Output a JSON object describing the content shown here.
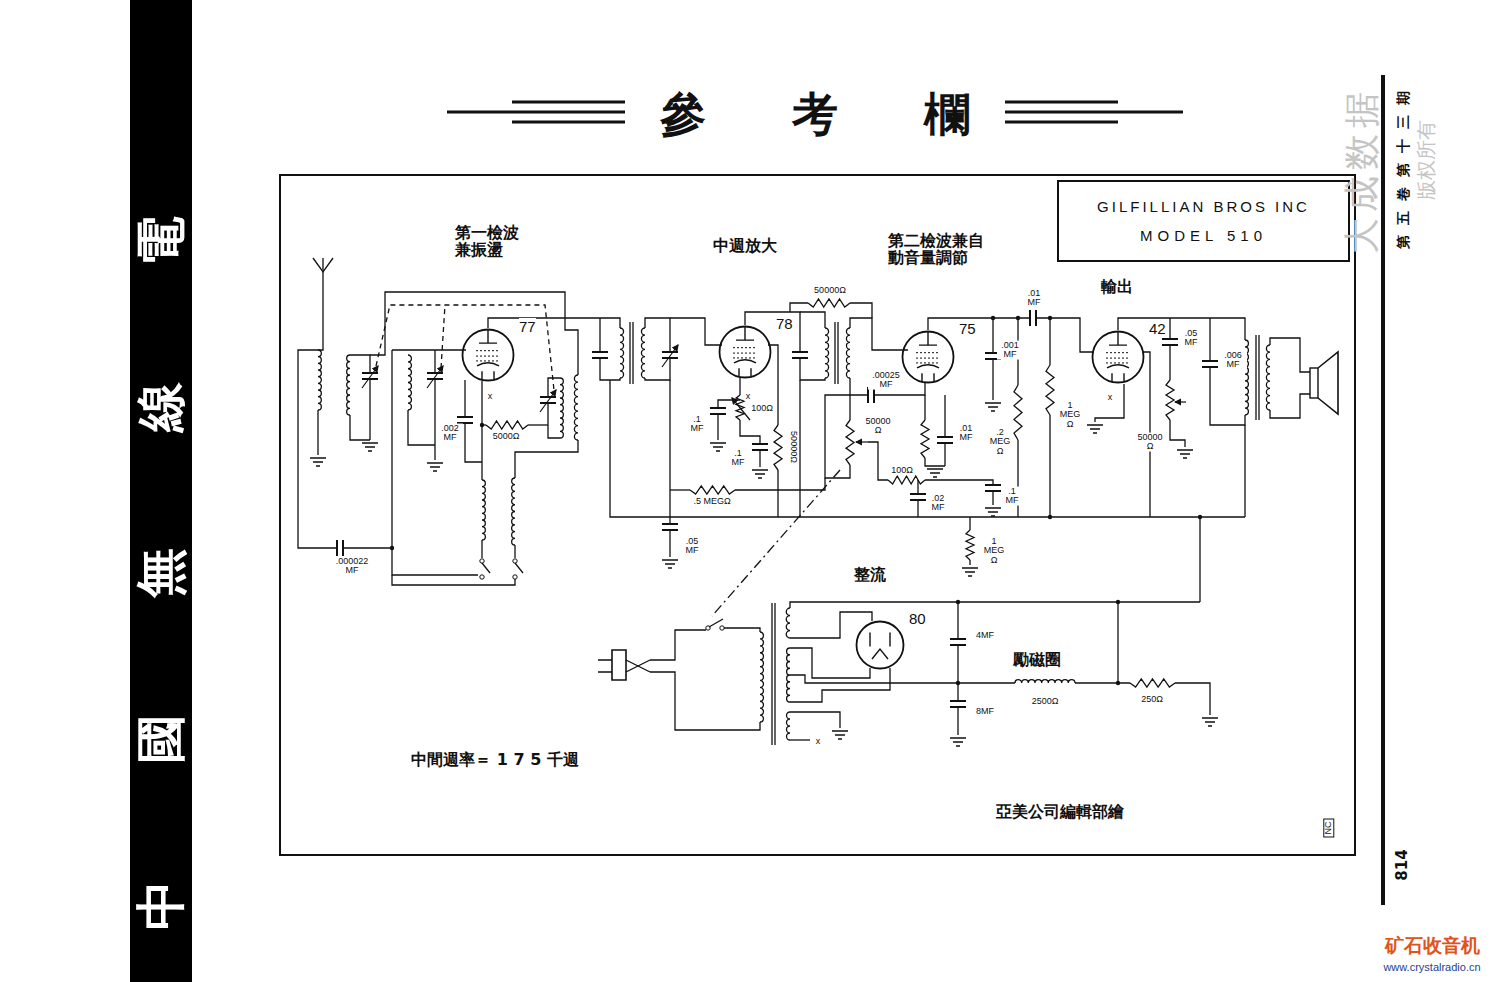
{
  "diagram": {
    "title": "參 考 欄",
    "nodes": [
      {
        "text": [
          "中國無線電"
        ]
      },
      {
        "text": [
          "GILFILLIAN BROS INC",
          "MODEL 510"
        ]
      },
      {
        "text": [
          "77"
        ]
      },
      {
        "text": [
          "78"
        ]
      },
      {
        "text": [
          "75"
        ]
      },
      {
        "text": [
          "42"
        ]
      },
      {
        "text": [
          "80"
        ]
      }
    ],
    "labels": [
      "第一檢波 兼振盪",
      "中週放大",
      "第二檢波兼自 動音量調節",
      "輸出",
      "整流",
      "勵磁圈",
      "中間週率＝ 1 7 5 千週",
      "亞美公司編輯部繪",
      "NC",
      "第五卷第十三期",
      "814",
      "大成数据",
      "版权所有",
      "矿石收音机",
      "www.crystalradio.cn",
      ".000022 MF",
      ".002 MF",
      "5000Ω",
      "x",
      ".1 MF",
      "100Ω",
      ".1 MF",
      "50000Ω",
      "x",
      ".5 MEGΩ",
      ".05 MF",
      "50000Ω",
      ".00025 MF",
      "50000 Ω",
      "100Ω",
      ".02 MF",
      ".01 MF",
      ".2 MEG Ω",
      ".001 MF",
      ".1 MF",
      "1 MEG Ω",
      ".01 MF",
      "1 MEG Ω",
      ".05 MF",
      ".006 MF",
      "50000 Ω",
      "x",
      "4MF",
      "8MF",
      "2500Ω",
      "250Ω",
      "x"
    ]
  }
}
